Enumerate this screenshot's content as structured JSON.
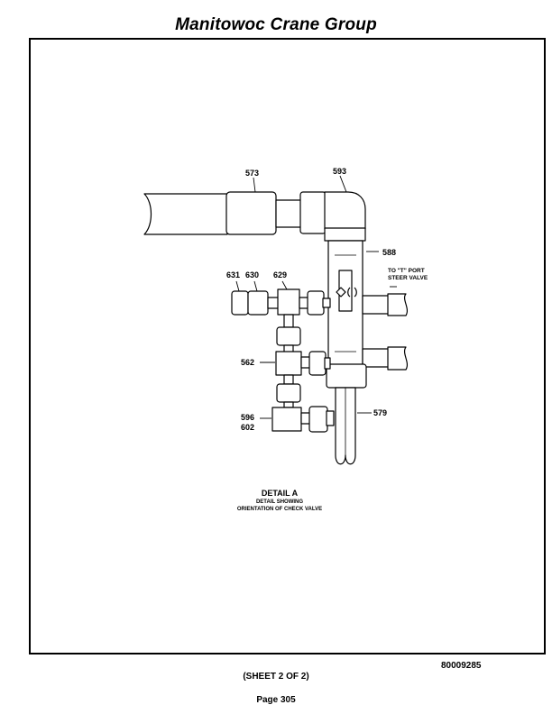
{
  "header": {
    "title": "Manitowoc Crane Group"
  },
  "diagram": {
    "callouts": {
      "c573": "573",
      "c593": "593",
      "c588": "588",
      "c631": "631",
      "c630": "630",
      "c629": "629",
      "c562": "562",
      "c596": "596",
      "c602": "602",
      "c579": "579"
    },
    "port_note": {
      "line1": "TO \"T\" PORT",
      "line2": "STEER VALVE"
    },
    "detail": {
      "title": "DETAIL A",
      "line1": "DETAIL SHOWING",
      "line2": "ORIENTATION OF CHECK VALVE"
    }
  },
  "footer": {
    "doc_number": "80009285",
    "sheet": "(SHEET 2 OF 2)",
    "page": "Page 305"
  }
}
